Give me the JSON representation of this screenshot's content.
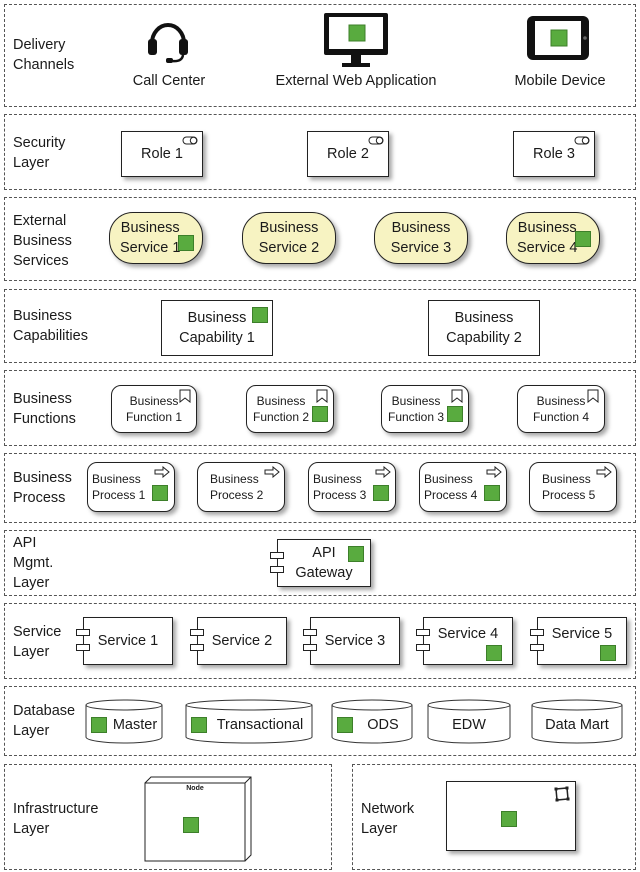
{
  "layers": {
    "delivery": {
      "title": "Delivery\nChannels",
      "items": [
        "Call  Center",
        "External Web Application",
        "Mobile Device"
      ]
    },
    "security": {
      "title": "Security\nLayer",
      "items": [
        "Role 1",
        "Role 2",
        "Role 3"
      ]
    },
    "external": {
      "title": "External\nBusiness\nServices",
      "items": [
        "Business\nService 1",
        "Business\nService 2",
        "Business\nService 3",
        "Business\nService 4"
      ]
    },
    "capabilities": {
      "title": "Business\nCapabilities",
      "items": [
        "Business\nCapability 1",
        "Business\nCapability 2"
      ]
    },
    "functions": {
      "title": "Business\nFunctions",
      "items": [
        "Business\nFunction 1",
        "Business\nFunction 2",
        "Business\nFunction 3",
        "Business\nFunction 4"
      ]
    },
    "process": {
      "title": "Business\nProcess",
      "items": [
        "Business\nProcess 1",
        "Business\nProcess 2",
        "Business\nProcess 3",
        "Business\nProcess 4",
        "Business\nProcess 5"
      ]
    },
    "api": {
      "title": "API\nMgmt.\nLayer",
      "items": [
        "API\nGateway"
      ]
    },
    "service": {
      "title": "Service\nLayer",
      "items": [
        "Service 1",
        "Service 2",
        "Service 3",
        "Service 4",
        "Service 5"
      ]
    },
    "database": {
      "title": "Database\nLayer",
      "items": [
        "Master",
        "Transactional",
        "ODS",
        "EDW",
        "Data Mart"
      ]
    },
    "infrastructure": {
      "title": "Infrastructure\nLayer",
      "node_label": "Node"
    },
    "network": {
      "title": "Network\nLayer"
    }
  },
  "colors": {
    "accent_green": "#59ab3f",
    "service_fill": "#f7f3c2",
    "border": "#222222"
  }
}
